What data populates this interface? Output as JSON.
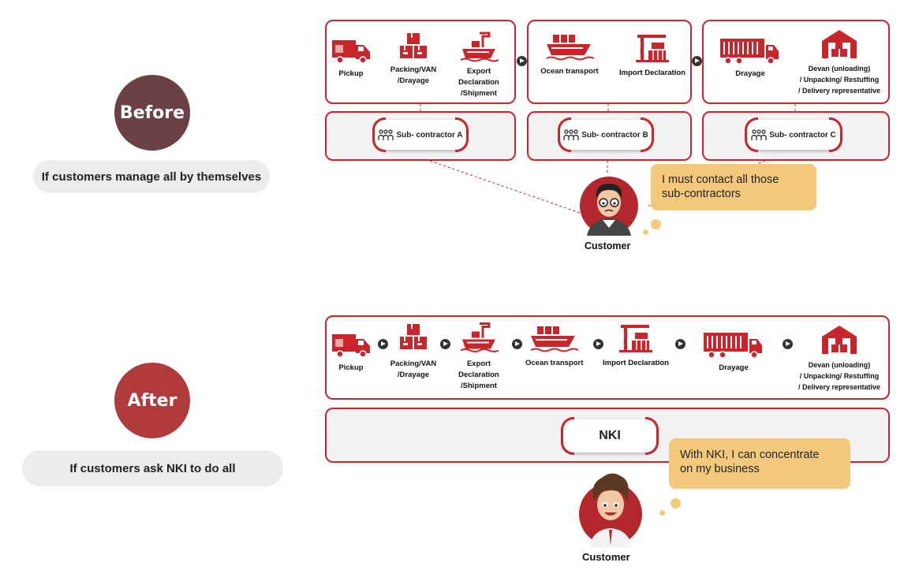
{
  "colors": {
    "accent": "#c9252b",
    "before_circle": "#6b4145",
    "after_circle": "#b03a3c",
    "bubble": "#f5c97c"
  },
  "before": {
    "badge": "Before",
    "caption": "If customers manage all by themselves",
    "groups": [
      {
        "steps": [
          {
            "icon": "truck-icon",
            "label": "Pickup"
          },
          {
            "icon": "boxes-icon",
            "label": "Packing/VAN\n/Drayage"
          },
          {
            "icon": "ship-crane-icon",
            "label": "Export Declaration\n/Shipment"
          }
        ],
        "contractor": "Sub- contractor A"
      },
      {
        "steps": [
          {
            "icon": "cargo-ship-icon",
            "label": "Ocean transport"
          },
          {
            "icon": "port-crane-icon",
            "label": "Import Declaration"
          }
        ],
        "contractor": "Sub- contractor B"
      },
      {
        "steps": [
          {
            "icon": "container-truck-icon",
            "label": "Drayage"
          },
          {
            "icon": "warehouse-icon",
            "label": "Devan (unloading)\n/ Unpacking/ Restuffing\n/ Delivery representative"
          }
        ],
        "contractor": "Sub- contractor C"
      }
    ],
    "speech": "I must contact all those\nsub-contractors",
    "customer_label": "Customer"
  },
  "after": {
    "badge": "After",
    "caption": "If customers ask NKI to do all",
    "steps": [
      {
        "icon": "truck-icon",
        "label": "Pickup"
      },
      {
        "icon": "boxes-icon",
        "label": "Packing/VAN\n/Drayage"
      },
      {
        "icon": "ship-crane-icon",
        "label": "Export Declaration\n/Shipment"
      },
      {
        "icon": "cargo-ship-icon",
        "label": "Ocean transport"
      },
      {
        "icon": "port-crane-icon",
        "label": "Import Declaration"
      },
      {
        "icon": "container-truck-icon",
        "label": "Drayage"
      },
      {
        "icon": "warehouse-icon",
        "label": "Devan (unloading)\n/ Unpacking/ Restuffing\n/ Delivery representative"
      }
    ],
    "provider": "NKI",
    "speech": "With NKI, I can concentrate\non my business",
    "customer_label": "Customer"
  }
}
